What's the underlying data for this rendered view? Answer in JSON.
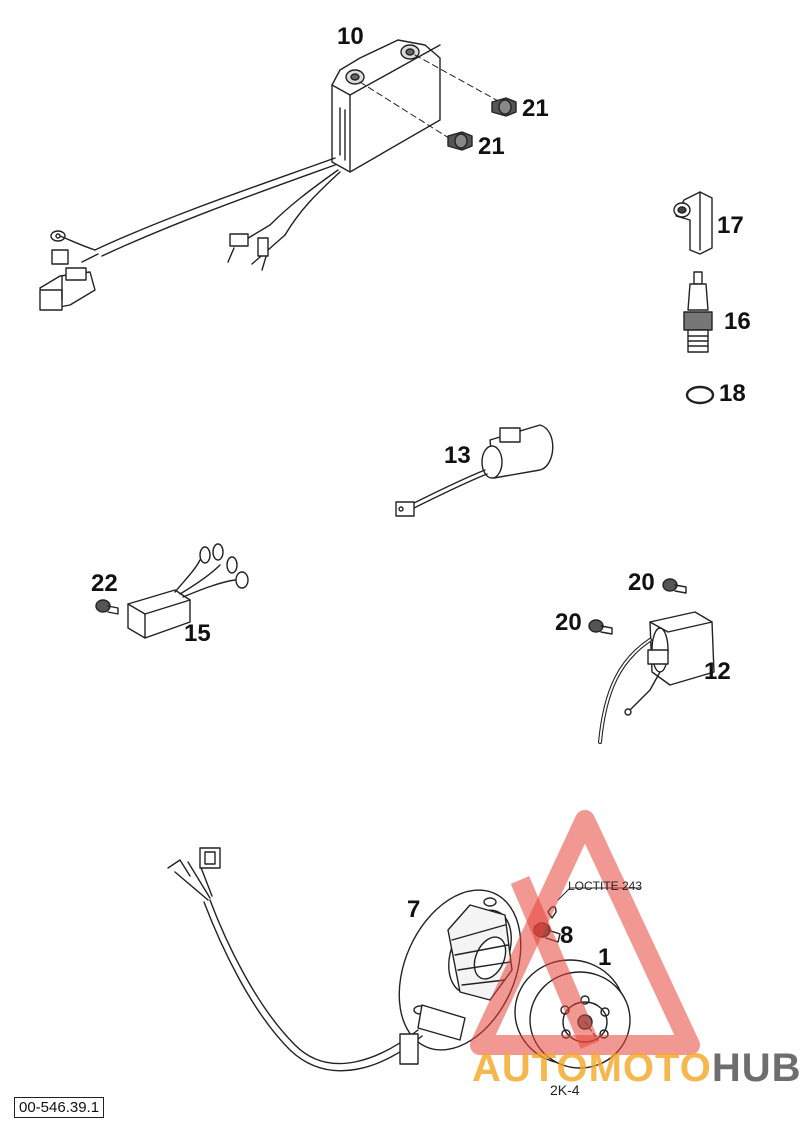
{
  "callouts": {
    "c10": "10",
    "c21a": "21",
    "c21b": "21",
    "c17": "17",
    "c16": "16",
    "c18": "18",
    "c13": "13",
    "c22": "22",
    "c15": "15",
    "c20a": "20",
    "c20b": "20",
    "c12": "12",
    "c7": "7",
    "c8": "8",
    "c1": "1"
  },
  "notes": {
    "loctite": "LOCTITE 243",
    "sheet": "2K-4",
    "part_number": "00-546.39.1"
  },
  "watermark": {
    "part1": "AUTO",
    "part2": "MOTO",
    "part3": "HUB",
    "colors": {
      "auto": "#f5a623",
      "moto": "#f5a623",
      "hub": "#555555",
      "triangle": "#e8443a"
    }
  }
}
